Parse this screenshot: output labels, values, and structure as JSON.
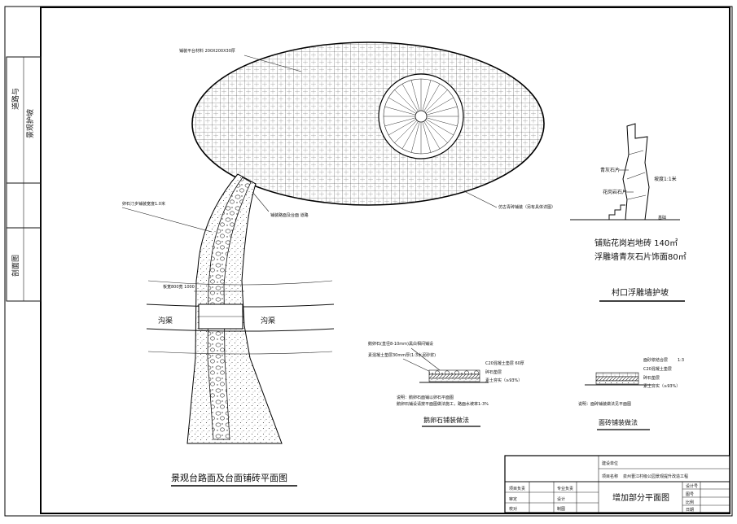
{
  "main_title": "景观台路面及台面铺砖平面图",
  "side_block": {
    "top_text": "道路与",
    "mid_text": "景观护坡",
    "bottom_text": "剖面图"
  },
  "oval_labels": {
    "top_note": "铺装平台材料 200X200X30厚",
    "right_note": "仿古青砖铺装（另有具体详图）"
  },
  "path_labels": {
    "left_note": "卵石汀步铺装宽度1.0米",
    "right_note": "铺装路面及台面 道路"
  },
  "dim_label": "板宽800宽 1000",
  "ditch_left": "沟渠",
  "ditch_right": "沟渠",
  "section_right": {
    "label_top": "青灰石片",
    "label_mid": "花岗岩石片",
    "label_slope": "坡度1:1米",
    "label_base": "基础",
    "area_line1": "铺贴花岗岩地砖 140㎡",
    "area_line2": "浮雕墙青灰石片饰面80㎡",
    "title": "村口浮雕墙护坡"
  },
  "pebble_detail": {
    "note_top1": "鹅卵石(直径8-10mm)黑白相间铺设",
    "note_top2": "素混凝土垫层30mm厚(1:3水泥砂浆)",
    "layer1": "C20混凝土垫层 60厚",
    "layer2": "碎石垫层",
    "layer3": "素土夯实（≥93%）",
    "desc1": "说明：鹅卵石面铺以卵石平面图",
    "desc2": "鹅卵石铺设请按平面图做法施工，路面水坡率1-3%",
    "title": "鹅卵石铺装做法"
  },
  "brick_detail": {
    "layer1": "面砂浆结合层",
    "layer1_val": "1:3",
    "layer2": "C20混凝土垫层",
    "layer3": "碎石垫层",
    "layer4": "素土夯实（≥93%）",
    "desc": "说明：面砖铺装做法见平面图",
    "title": "面砖铺装做法"
  },
  "title_block": {
    "row1_label": "建设单位",
    "row1_value": "",
    "row2_label": "项目名称",
    "row2_value": "泉州晋江村级公园景观提升改造工程",
    "staff_labels": [
      "项目负责",
      "专业负责",
      "审定",
      "设计",
      "校对",
      "制图"
    ],
    "drawing_title": "增加部分平面图",
    "meta_labels": [
      "设计号",
      "图号",
      "比例",
      "日期"
    ]
  },
  "colors": {
    "line": "#111111",
    "paper": "#ffffff"
  }
}
